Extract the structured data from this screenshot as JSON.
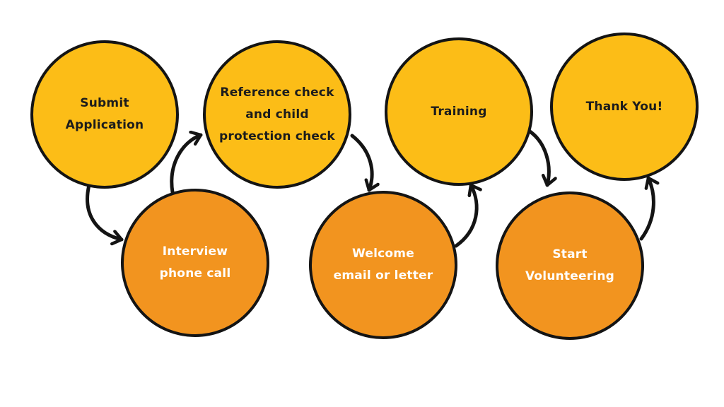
{
  "diagram": {
    "type": "flowchart",
    "colors": {
      "top_row_fill": "#FCBD17",
      "bottom_row_fill": "#F2941F",
      "outline_and_arrows": "#141414",
      "top_row_text": "#1C1C1C",
      "bottom_row_text": "#FFFFFF",
      "background": "#FFFFFF"
    },
    "nodes": [
      {
        "id": "submit-application",
        "row": "top",
        "label": "Submit Application",
        "lines": [
          "Submit",
          "Application"
        ]
      },
      {
        "id": "reference-check",
        "row": "top",
        "label": "Reference check and child protection check",
        "lines": [
          "Reference check",
          "and child",
          "protection check"
        ]
      },
      {
        "id": "training",
        "row": "top",
        "label": "Training",
        "lines": [
          "Training"
        ]
      },
      {
        "id": "thank-you",
        "row": "top",
        "label": "Thank You!",
        "lines": [
          "Thank You!"
        ]
      },
      {
        "id": "interview-phone-call",
        "row": "bottom",
        "label": "Interview phone call",
        "lines": [
          "Interview",
          "phone call"
        ]
      },
      {
        "id": "welcome-email-or-letter",
        "row": "bottom",
        "label": "Welcome email or letter",
        "lines": [
          "Welcome",
          "email or letter"
        ]
      },
      {
        "id": "start-volunteering",
        "row": "bottom",
        "label": "Start Volunteering",
        "lines": [
          "Start",
          "Volunteering"
        ]
      }
    ],
    "edges": [
      {
        "from": "Submit Application",
        "to": "Interview phone call"
      },
      {
        "from": "Interview phone call",
        "to": "Reference check and child protection check"
      },
      {
        "from": "Reference check and child protection check",
        "to": "Welcome email or letter"
      },
      {
        "from": "Welcome email or letter",
        "to": "Training"
      },
      {
        "from": "Training",
        "to": "Start Volunteering"
      },
      {
        "from": "Start Volunteering",
        "to": "Thank You!"
      }
    ]
  }
}
